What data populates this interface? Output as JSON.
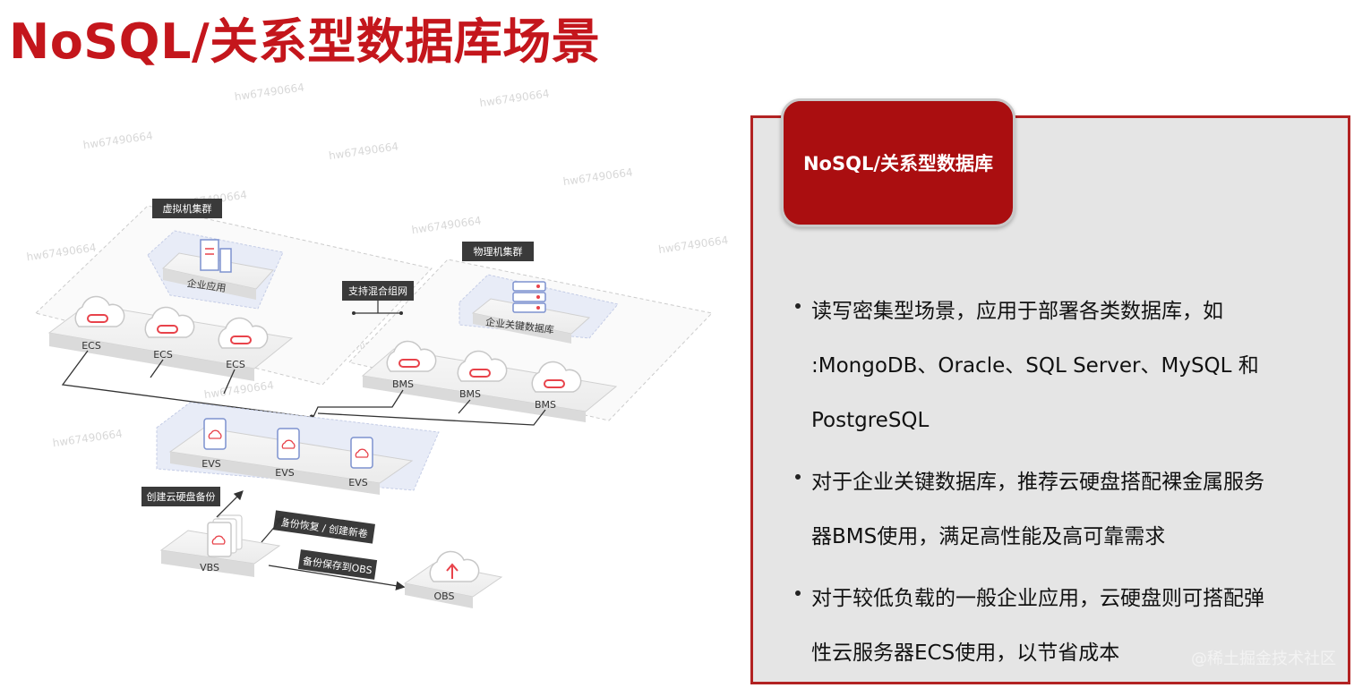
{
  "slide": {
    "title": "NoSQL/关系型数据库场景"
  },
  "diagram": {
    "vm_cluster_label": "虚拟机集群",
    "physical_cluster_label": "物理机集群",
    "enterprise_app_label": "企业应用",
    "enterprise_db_label": "企业关键数据库",
    "hybrid_network_label": "支持混合组网",
    "ecs_labels": [
      "ECS",
      "ECS",
      "ECS"
    ],
    "bms_labels": [
      "BMS",
      "BMS",
      "BMS"
    ],
    "evs_labels": [
      "EVS",
      "EVS",
      "EVS"
    ],
    "create_backup_label": "创建云硬盘备份",
    "restore_label": "备份恢复 / 创建新卷",
    "save_obs_label": "备份保存到OBS",
    "vbs_label": "VBS",
    "obs_label": "OBS"
  },
  "watermarks": [
    "hw67490664",
    "@稀土掘金技术社区"
  ],
  "panel": {
    "tab_title": "NoSQL/关系型数据库",
    "bullets": [
      [
        "读写密集型场景，应用于部署各类数据库，如",
        ":MongoDB、Oracle、SQL Server、MySQL 和",
        "PostgreSQL"
      ],
      [
        "对于企业关键数据库，推荐云硬盘搭配裸金属服务",
        "器BMS使用，满足高性能及高可靠需求"
      ],
      [
        "对于较低负载的一般企业应用，云硬盘则可搭配弹",
        "性云服务器ECS使用，以节省成本"
      ]
    ]
  },
  "colors": {
    "title_red": "#c4161c",
    "tab_red": "#aa0e10",
    "border_red": "#b22222",
    "panel_bg": "#e5e5e5",
    "accent_red": "#e8434b",
    "node_blue": "#8fa3d8"
  }
}
